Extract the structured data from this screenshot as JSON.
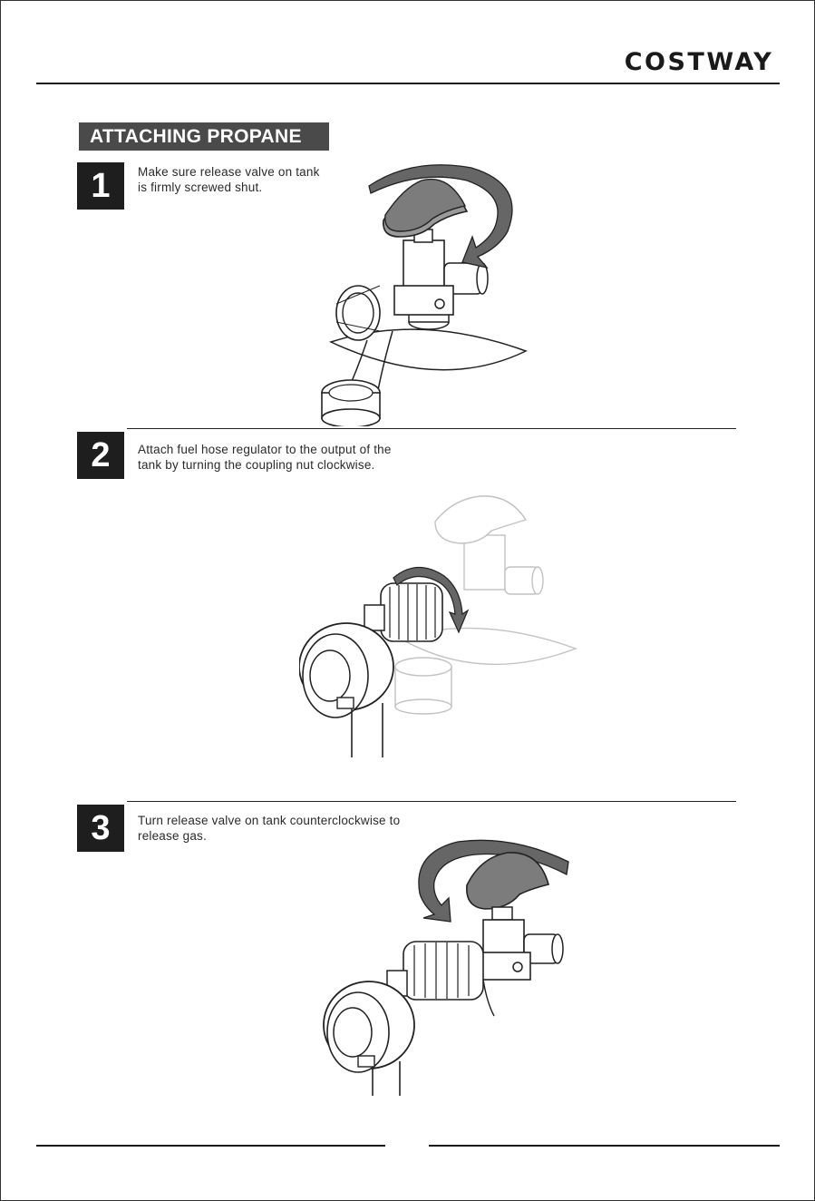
{
  "brand": {
    "name": "COSTWAY"
  },
  "section": {
    "title": "ATTACHING PROPANE"
  },
  "steps": [
    {
      "number": "1",
      "line1": "Make sure release valve on tank",
      "line2": "is firmly screwed shut."
    },
    {
      "number": "2",
      "line1": "Attach fuel hose regulator to the output of the",
      "line2": "tank by turning the coupling nut clockwise."
    },
    {
      "number": "3",
      "line1": "Turn release valve on tank counterclockwise to",
      "line2": "release gas."
    }
  ],
  "colors": {
    "ink": "#1e1e1e",
    "banner": "#4a4a4a",
    "arrow": "#555555",
    "faded": "#bdbdbd"
  },
  "icons": [
    "clockwise-arrow-icon",
    "counterclockwise-arrow-icon",
    "valve-illustration",
    "regulator-illustration"
  ]
}
